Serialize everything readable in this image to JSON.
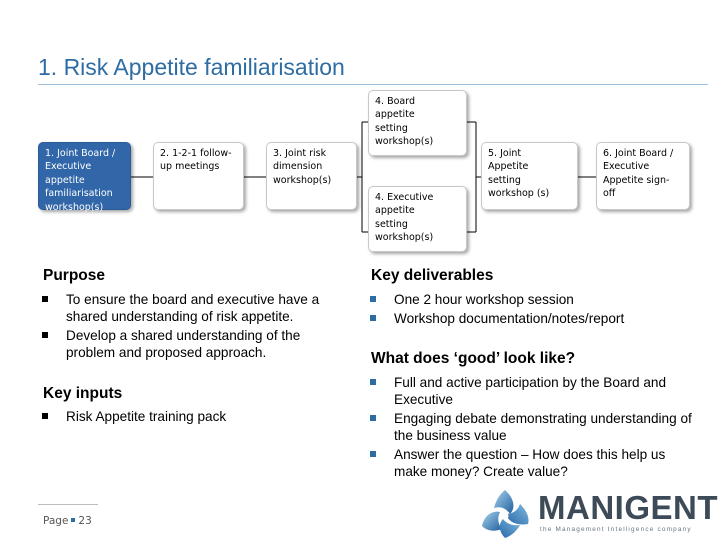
{
  "title": "1. Risk Appetite familiarisation",
  "process": {
    "steps": [
      {
        "id": "step-1",
        "label": "1. Joint Board /\nExecutive\nappetite\nfamiliarisation\nworkshop(s)"
      },
      {
        "id": "step-2",
        "label": "2. 1-2-1 follow-\nup meetings"
      },
      {
        "id": "step-3",
        "label": "3. Joint risk\ndimension\nworkshop(s)"
      },
      {
        "id": "step-4a",
        "label": "4. Board\nappetite\nsetting\nworkshop(s)"
      },
      {
        "id": "step-4b",
        "label": "4. Executive\nappetite\nsetting\nworkshop(s)"
      },
      {
        "id": "step-5",
        "label": "5. Joint\nAppetite\nsetting\nworkshop (s)"
      },
      {
        "id": "step-6",
        "label": "6. Joint Board /\nExecutive\nAppetite sign-\noff"
      }
    ]
  },
  "purpose": {
    "heading": "Purpose",
    "items": [
      "To ensure the board and executive have a shared understanding of risk appetite.",
      "Develop a shared understanding of the problem and proposed approach."
    ]
  },
  "key_inputs": {
    "heading": "Key inputs",
    "items": [
      "Risk Appetite training pack"
    ]
  },
  "key_deliverables": {
    "heading": "Key deliverables",
    "items": [
      "One 2 hour workshop session",
      "Workshop documentation/notes/report"
    ]
  },
  "good": {
    "heading": "What does ‘good’ look like?",
    "items": [
      "Full and active participation by the Board and Executive",
      "Engaging debate demonstrating understanding of the business value",
      "Answer the question – How does this help us make money? Create value?"
    ]
  },
  "footer": {
    "page_word": "Page",
    "page_number": "23"
  },
  "logo": {
    "name": "MANIGENT",
    "tagline": "the Management Intelligence company"
  },
  "colors": {
    "title": "#2e6da4",
    "active_step": "#3166a9",
    "right_bullet": "#2e6da4",
    "logo_text": "#3d4a57"
  }
}
